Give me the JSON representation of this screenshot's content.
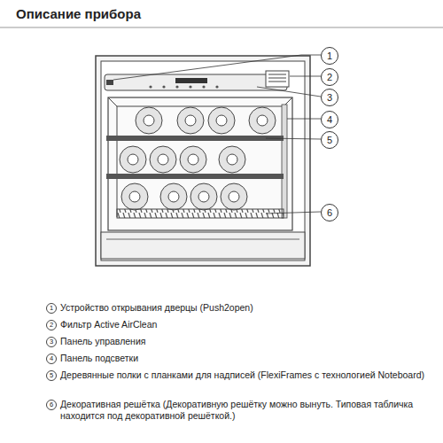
{
  "diagram": {
    "title": "Описание прибора",
    "labels": [
      "1",
      "2",
      "3",
      "4",
      "5",
      "6",
      "1",
      "Устройство открывания дверцы (Push2open)",
      "2",
      "Фильтр Active AirClean",
      "3",
      "Панель управления",
      "4",
      "Панель подсветки",
      "5",
      "Деревянные полки с планками для надписей (FlexiFrames с технологией Noteboard)",
      "6",
      "Декоративная решётка (Декоративную решётку можно вынуть. Типовая табличка находится под декоративной решёткой.)"
    ]
  }
}
